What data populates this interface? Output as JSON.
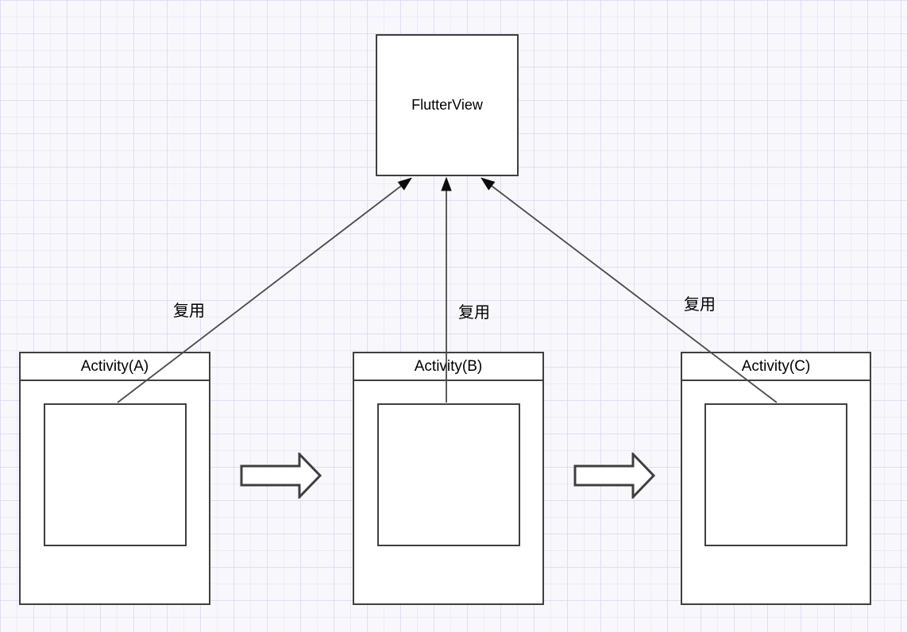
{
  "flutterview": {
    "label": "FlutterView"
  },
  "activities": [
    {
      "label": "Activity(A)"
    },
    {
      "label": "Activity(B)"
    },
    {
      "label": "Activity(C)"
    }
  ],
  "edges": [
    {
      "label": "复用",
      "from": "Activity(A)",
      "to": "FlutterView"
    },
    {
      "label": "复用",
      "from": "Activity(B)",
      "to": "FlutterView"
    },
    {
      "label": "复用",
      "from": "Activity(C)",
      "to": "FlutterView"
    }
  ],
  "flow_arrows": [
    {
      "from": "Activity(A)",
      "to": "Activity(B)"
    },
    {
      "from": "Activity(B)",
      "to": "Activity(C)"
    }
  ],
  "colors": {
    "background": "#f8f8fc",
    "grid_minor": "#edeaf9",
    "grid_major": "#e0dcf4",
    "shape_stroke": "#3f3f3f",
    "shape_fill": "#ffffff",
    "connector": "#4a4a4a",
    "arrowhead": "#0c0c0c",
    "text": "#000000"
  }
}
